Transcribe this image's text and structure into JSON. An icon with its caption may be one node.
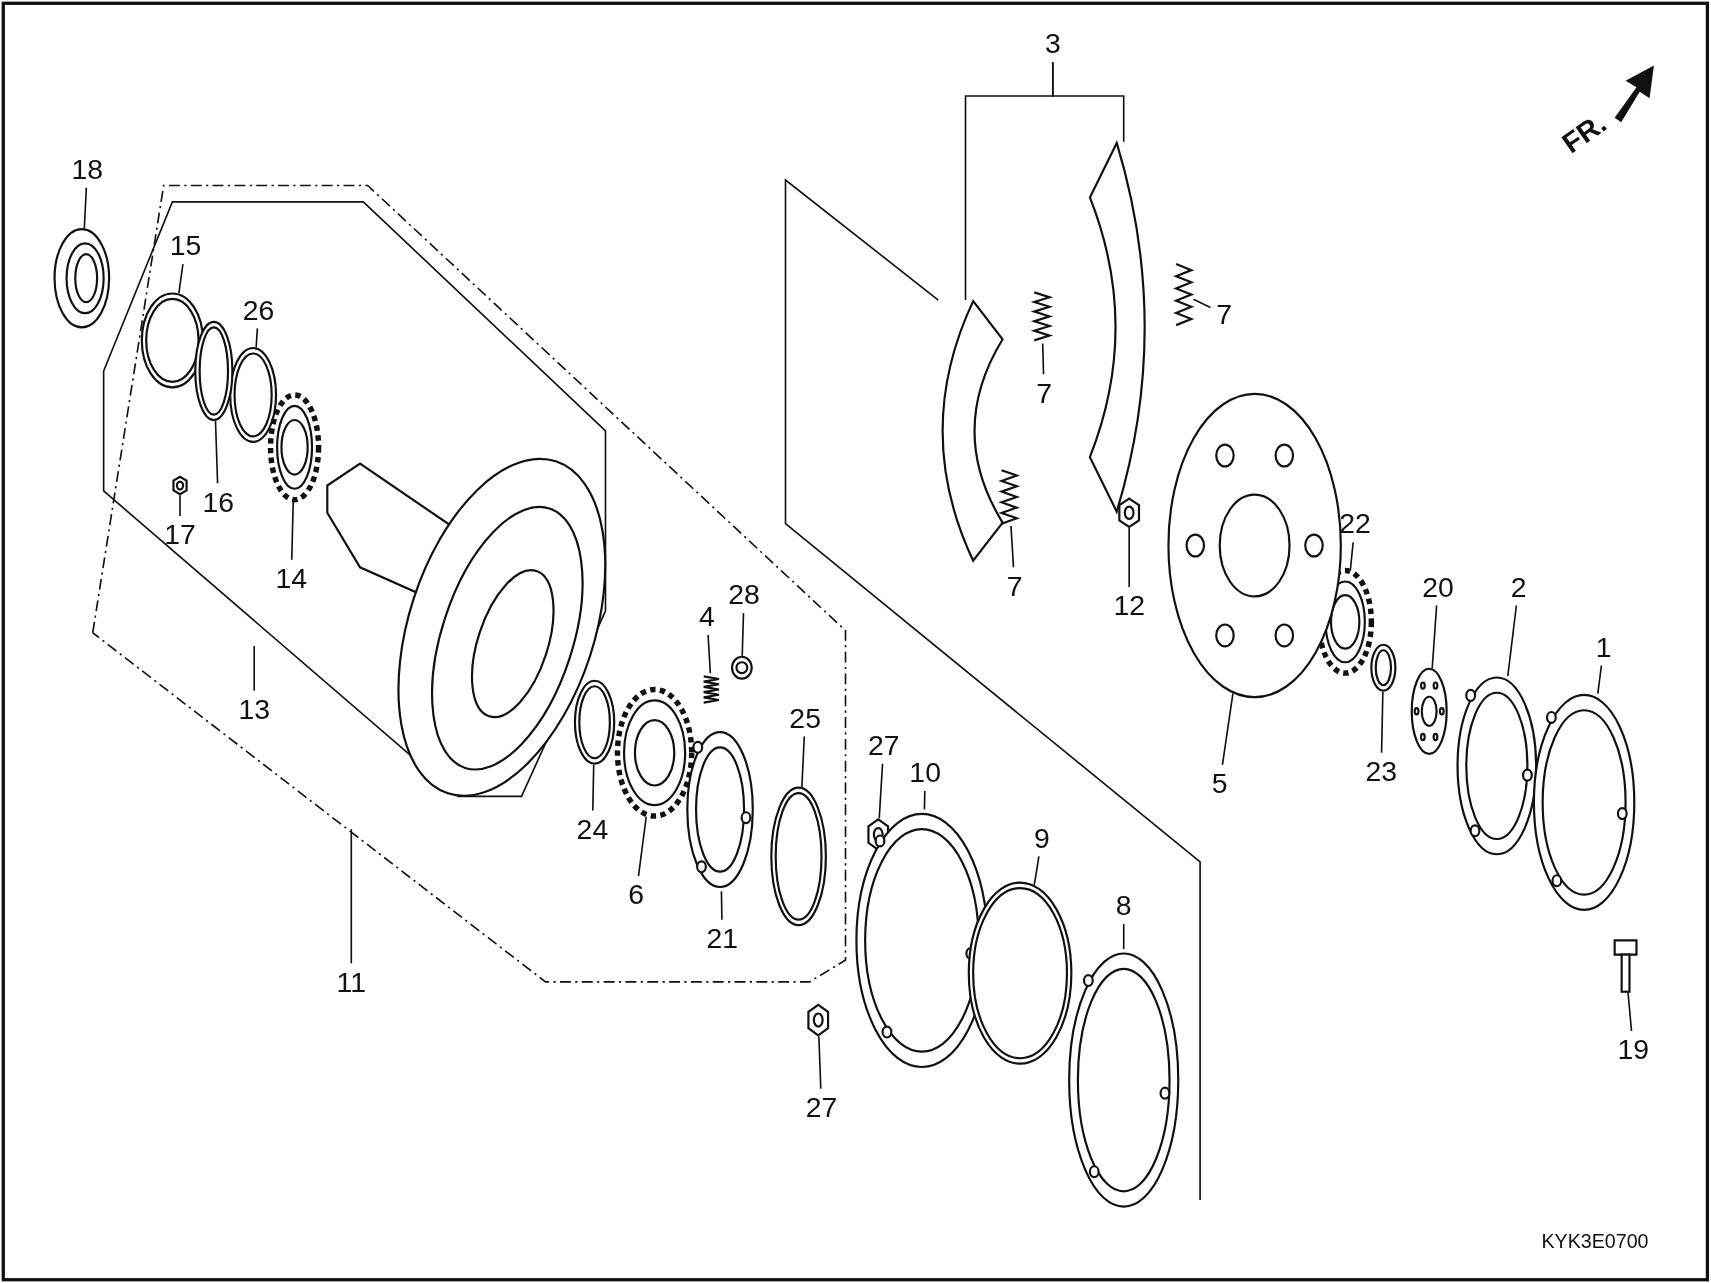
{
  "diagram": {
    "nodes": [
      {
        "text": [
          "18"
        ]
      },
      {
        "text": [],
        "shape": "picture"
      },
      {
        "text": [
          "15"
        ]
      },
      {
        "text": [],
        "shape": "picture"
      },
      {
        "text": [
          "26"
        ]
      },
      {
        "text": [],
        "shape": "picture"
      },
      {
        "text": [
          "16"
        ]
      },
      {
        "text": [],
        "shape": "picture"
      },
      {
        "text": [
          "17"
        ]
      },
      {
        "text": [],
        "shape": "picture"
      },
      {
        "text": [
          "14"
        ]
      },
      {
        "text": [],
        "shape": "picture"
      },
      {
        "text": [
          "13"
        ]
      },
      {
        "text": [
          "11"
        ]
      },
      {
        "text": [
          "3"
        ]
      },
      {
        "text": [],
        "shape": "picture"
      },
      {
        "text": [],
        "shape": "picture"
      },
      {
        "text": [
          "7"
        ]
      },
      {
        "text": [],
        "shape": "picture"
      },
      {
        "text": [
          "7"
        ]
      },
      {
        "text": [],
        "shape": "picture"
      },
      {
        "text": [
          "7"
        ]
      },
      {
        "text": [],
        "shape": "picture"
      },
      {
        "text": [
          "12"
        ]
      },
      {
        "text": [],
        "shape": "picture"
      },
      {
        "text": [
          "22"
        ]
      },
      {
        "text": [],
        "shape": "picture"
      },
      {
        "text": [
          "20"
        ]
      },
      {
        "text": [],
        "shape": "picture"
      },
      {
        "text": [
          "2"
        ]
      },
      {
        "text": [],
        "shape": "picture"
      },
      {
        "text": [
          "1"
        ]
      },
      {
        "text": [],
        "shape": "picture"
      },
      {
        "text": [
          "5"
        ]
      },
      {
        "text": [],
        "shape": "picture"
      },
      {
        "text": [
          "23"
        ]
      },
      {
        "text": [],
        "shape": "picture"
      },
      {
        "text": [
          "4"
        ]
      },
      {
        "text": [],
        "shape": "picture"
      },
      {
        "text": [
          "28"
        ]
      },
      {
        "text": [],
        "shape": "picture"
      },
      {
        "text": [
          "25"
        ]
      },
      {
        "text": [],
        "shape": "picture"
      },
      {
        "text": [
          "24"
        ]
      },
      {
        "text": [],
        "shape": "picture"
      },
      {
        "text": [
          "6"
        ]
      },
      {
        "text": [],
        "shape": "picture"
      },
      {
        "text": [
          "21"
        ]
      },
      {
        "text": [],
        "shape": "picture"
      },
      {
        "text": [
          "27"
        ]
      },
      {
        "text": [],
        "shape": "picture"
      },
      {
        "text": [
          "10"
        ]
      },
      {
        "text": [],
        "shape": "picture"
      },
      {
        "text": [
          "9"
        ]
      },
      {
        "text": [],
        "shape": "picture"
      },
      {
        "text": [
          "8"
        ]
      },
      {
        "text": [],
        "shape": "picture"
      },
      {
        "text": [
          "27"
        ]
      },
      {
        "text": [],
        "shape": "picture"
      },
      {
        "text": [
          "19"
        ]
      },
      {
        "text": [],
        "shape": "picture"
      }
    ],
    "edges": [
      {
        "from": 0,
        "to": 1,
        "arrow": "none"
      },
      {
        "from": 2,
        "to": 3,
        "arrow": "none"
      },
      {
        "from": 4,
        "to": 5,
        "arrow": "none"
      },
      {
        "from": 6,
        "to": 7,
        "arrow": "none"
      },
      {
        "from": 8,
        "to": 9,
        "arrow": "none"
      },
      {
        "from": 10,
        "to": 11,
        "arrow": "none"
      },
      {
        "from": 12,
        "to": null,
        "arrow": "none"
      },
      {
        "from": 13,
        "to": null,
        "arrow": "none"
      },
      {
        "from": 14,
        "to": 15,
        "arrow": "none"
      },
      {
        "from": 14,
        "to": 16,
        "arrow": "none"
      },
      {
        "from": 17,
        "to": 18,
        "arrow": "none"
      },
      {
        "from": 19,
        "to": 20,
        "arrow": "none"
      },
      {
        "from": 21,
        "to": 22,
        "arrow": "none"
      },
      {
        "from": 23,
        "to": 24,
        "arrow": "none"
      },
      {
        "from": 25,
        "to": 26,
        "arrow": "none"
      },
      {
        "from": 27,
        "to": 28,
        "arrow": "none"
      },
      {
        "from": 29,
        "to": 30,
        "arrow": "none"
      },
      {
        "from": 31,
        "to": 32,
        "arrow": "none"
      },
      {
        "from": 33,
        "to": 34,
        "arrow": "none"
      },
      {
        "from": 35,
        "to": 36,
        "arrow": "none"
      },
      {
        "from": 37,
        "to": 38,
        "arrow": "none"
      },
      {
        "from": 39,
        "to": 40,
        "arrow": "none"
      },
      {
        "from": 41,
        "to": 42,
        "arrow": "none"
      },
      {
        "from": 43,
        "to": 44,
        "arrow": "none"
      },
      {
        "from": 45,
        "to": 46,
        "arrow": "none"
      },
      {
        "from": 47,
        "to": 48,
        "arrow": "none"
      },
      {
        "from": 49,
        "to": 50,
        "arrow": "none"
      },
      {
        "from": 51,
        "to": 52,
        "arrow": "none"
      },
      {
        "from": 53,
        "to": 54,
        "arrow": "none"
      },
      {
        "from": 55,
        "to": 56,
        "arrow": "none"
      },
      {
        "from": 57,
        "to": 58,
        "arrow": "none"
      },
      {
        "from": 59,
        "to": 60,
        "arrow": "none"
      }
    ],
    "labels": [
      "FR.",
      "KYK3E0700"
    ]
  }
}
